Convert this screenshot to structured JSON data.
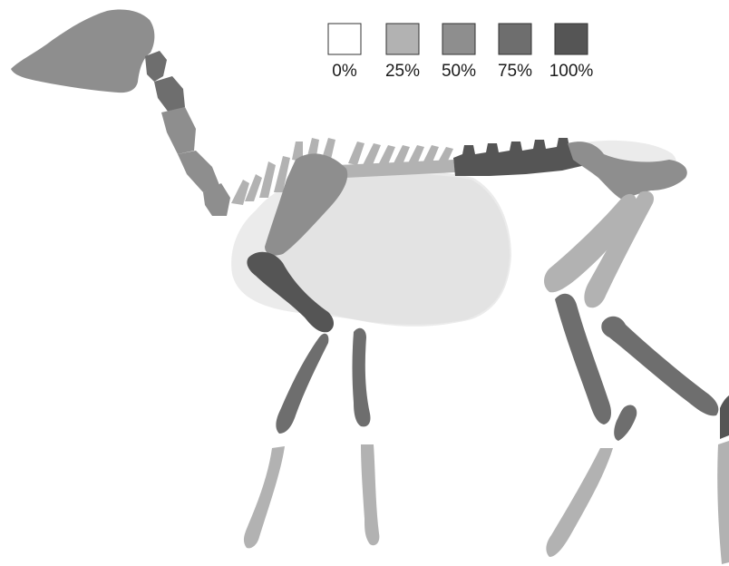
{
  "colors": {
    "background": "#ffffff",
    "c0": "#ffffff",
    "c25": "#b2b2b2",
    "c50": "#8e8e8e",
    "c75": "#6e6e6e",
    "c100": "#555555",
    "body_outline": "#ebebeb",
    "body_fill": "#e3e3e3",
    "legend_stroke": "#333333",
    "bone_separator": "#ffffff"
  },
  "legend": [
    {
      "label": "0%",
      "level": 0
    },
    {
      "label": "25%",
      "level": 0.25
    },
    {
      "label": "50%",
      "level": 0.5
    },
    {
      "label": "75%",
      "level": 0.75
    },
    {
      "label": "100%",
      "level": 1
    }
  ],
  "skeleton_regions": [
    {
      "name": "skull",
      "level": 0.5
    },
    {
      "name": "cervical-vertebrae-upper",
      "level": 0.75
    },
    {
      "name": "cervical-vertebrae-lower",
      "level": 0.5
    },
    {
      "name": "thoracic-vertebrae",
      "level": 0.25
    },
    {
      "name": "lumbar-vertebrae",
      "level": 1
    },
    {
      "name": "pelvis",
      "level": 0.5
    },
    {
      "name": "scapula",
      "level": 0.5
    },
    {
      "name": "humerus",
      "level": 1
    },
    {
      "name": "radius-ulna",
      "level": 0.75
    },
    {
      "name": "forelimb-metacarpals",
      "level": 0.25
    },
    {
      "name": "femur",
      "level": 0.25
    },
    {
      "name": "tibia",
      "level": 0.75
    },
    {
      "name": "hindlimb-metatarsals",
      "level": 0.25
    },
    {
      "name": "ribcage",
      "level": 0
    }
  ]
}
